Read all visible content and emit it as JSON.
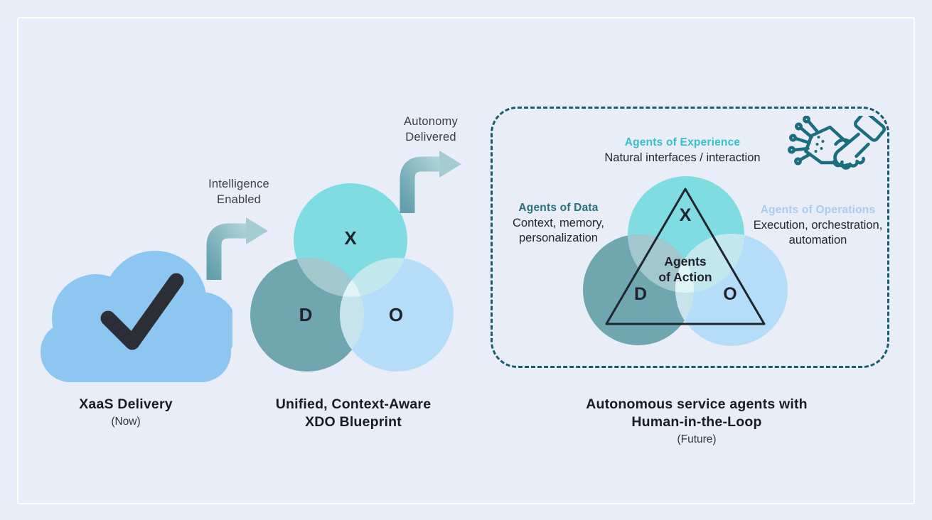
{
  "palette": {
    "background": "#e9edf8",
    "cloud_blue": "#8cc6f1",
    "checkmark": "#2c2e36",
    "circle_experience_teal": "#7fdde1",
    "circle_data_gray_teal": "#70a6af",
    "circle_operations_blue": "#b5ddf8",
    "arrow_gradient_dark": "#639faa",
    "arrow_gradient_light": "#aed2d9",
    "dashed_border_teal": "#1a5c6c",
    "accent_experience": "#33c3c7",
    "accent_data": "#2a6f7c",
    "accent_operations": "#aacded",
    "text_dark": "#22252d"
  },
  "stage_now": {
    "title": "XaaS Delivery",
    "subtitle": "(Now)"
  },
  "arrow_intelligence": {
    "line1": "Intelligence",
    "line2": "Enabled"
  },
  "arrow_autonomy": {
    "line1": "Autonomy",
    "line2": "Delivered"
  },
  "stage_blueprint": {
    "title_line1": "Unified, Context-Aware",
    "title_line2": "XDO Blueprint",
    "venn": {
      "x": "X",
      "d": "D",
      "o": "O"
    }
  },
  "stage_future": {
    "title_line1": "Autonomous service agents with",
    "title_line2": "Human-in-the-Loop",
    "subtitle": "(Future)",
    "venn": {
      "x": "X",
      "d": "D",
      "o": "O"
    },
    "agents_of_action": {
      "line1": "Agents",
      "line2": "of Action"
    },
    "agents_of_experience": {
      "title": "Agents of Experience",
      "description": "Natural interfaces / interaction"
    },
    "agents_of_data": {
      "title": "Agents of Data",
      "description_line1": "Context, memory,",
      "description_line2": "personalization"
    },
    "agents_of_operations": {
      "title": "Agents of Operations",
      "description_line1": "Execution, orchestration,",
      "description_line2": "automation"
    }
  }
}
